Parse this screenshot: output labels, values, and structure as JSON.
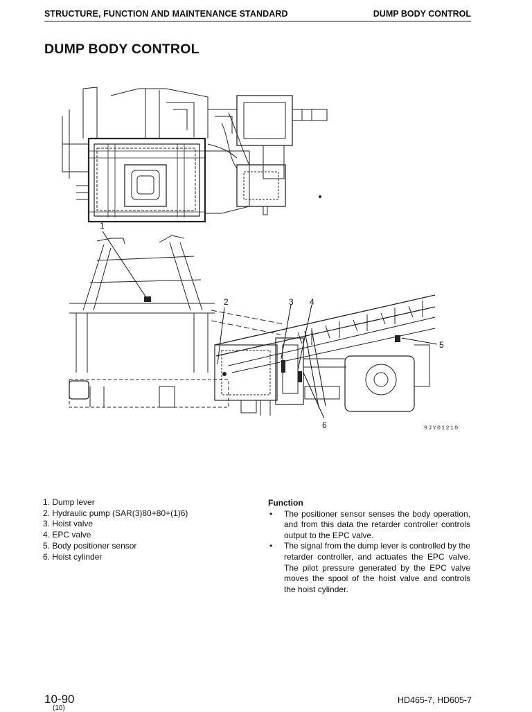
{
  "header": {
    "section": "STRUCTURE, FUNCTION AND MAINTENANCE STANDARD",
    "topic": "DUMP BODY CONTROL"
  },
  "page_title": "DUMP BODY CONTROL",
  "figure": {
    "code": "9JY01210",
    "callouts": [
      "1",
      "2",
      "3",
      "4",
      "5",
      "6"
    ]
  },
  "parts": [
    "1. Dump lever",
    "2. Hydraulic pump (SAR(3)80+80+(1)6)",
    "3. Hoist valve",
    "4. EPC valve",
    "5. Body positioner sensor",
    "6. Hoist cylinder"
  ],
  "function": {
    "title": "Function",
    "bullet_mark": "•",
    "bullets": [
      "The positioner sensor senses the body operation, and from this data the retarder controller controls output to the EPC valve.",
      "The signal from the dump lever is controlled by the retarder controller, and actuates the EPC valve.  The pilot pressure generated by the EPC valve moves the spool of the hoist valve and controls the hoist cylinder."
    ]
  },
  "footer": {
    "page_number": "10-90",
    "page_sub": "(10)",
    "model": "HD465-7, HD605-7"
  }
}
